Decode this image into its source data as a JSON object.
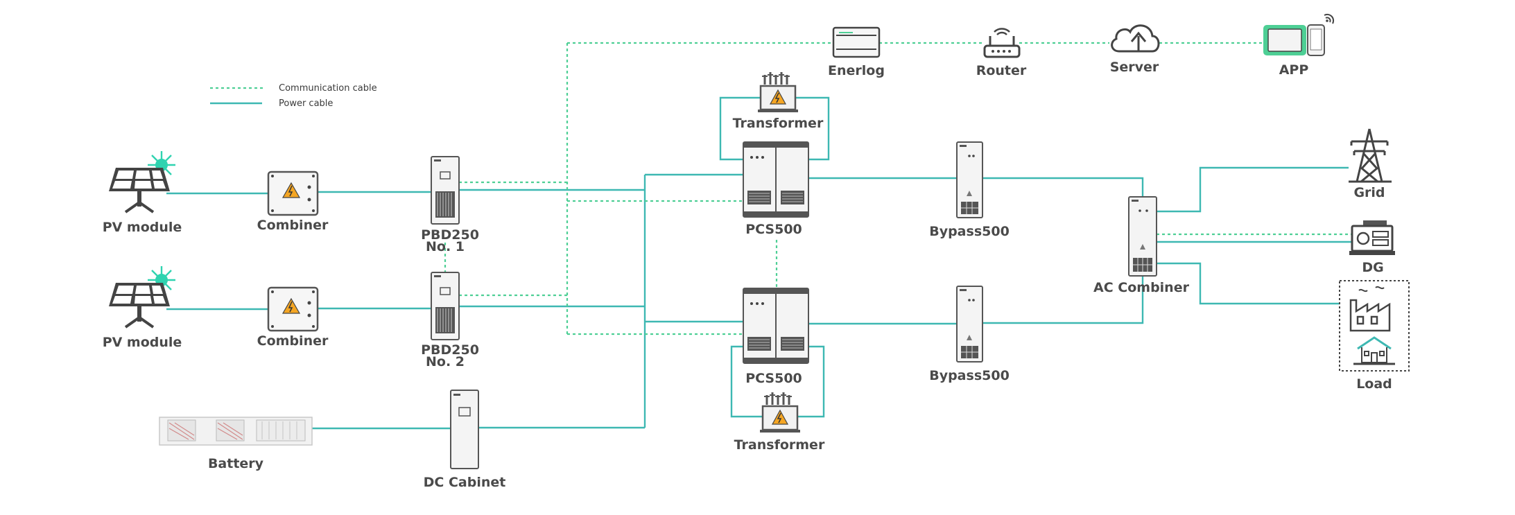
{
  "legend": {
    "communication": "Communication cable",
    "power": "Power cable"
  },
  "labels": {
    "pv1": "PV module",
    "pv2": "PV module",
    "combiner1": "Combiner",
    "combiner2": "Combiner",
    "pbd1_line1": "PBD250",
    "pbd1_line2": "No. 1",
    "pbd2_line1": "PBD250",
    "pbd2_line2": "No. 2",
    "battery": "Battery",
    "dc_cabinet": "DC Cabinet",
    "transformer_top": "Transformer",
    "transformer_bottom": "Transformer",
    "pcs_top": "PCS500",
    "pcs_bottom": "PCS500",
    "bypass_top": "Bypass500",
    "bypass_bottom": "Bypass500",
    "ac_combiner": "AC Combiner",
    "grid": "Grid",
    "dg": "DG",
    "load": "Load",
    "enerlog": "Enerlog",
    "router": "Router",
    "server": "Server",
    "app": "APP"
  },
  "colors": {
    "power_cable": "#3db8b2",
    "communication_cable": "#4ecf95",
    "sun": "#2fd3b0",
    "equipment": "#4a4a4a",
    "hazard": "#f5a623"
  }
}
